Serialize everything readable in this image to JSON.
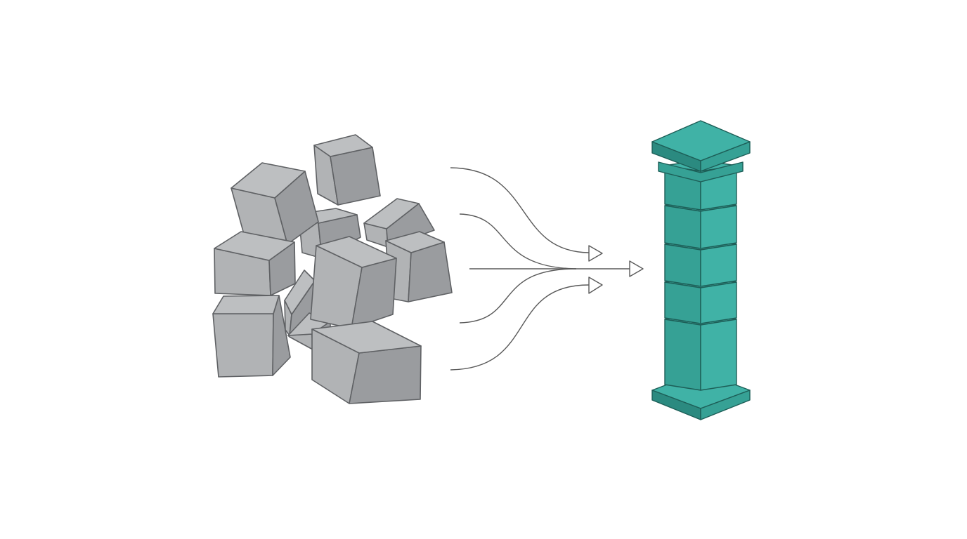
{
  "colors": {
    "background": "#ffffff",
    "block_top": "#bdbfc1",
    "block_left": "#b1b3b5",
    "block_right": "#9a9c9f",
    "block_stroke": "#5f6164",
    "pillar_light": "#40b2a6",
    "pillar_mid": "#36a195",
    "pillar_dark": "#2b8a80",
    "pillar_stroke": "#1d5e57",
    "arrow_stroke": "#5a5a5a"
  },
  "scattered_block_count": 12,
  "converging_arrow_count": 5,
  "pillar_segment_count": 5,
  "icons": [
    "cube-block",
    "curved-arrow",
    "teal-pillar"
  ]
}
